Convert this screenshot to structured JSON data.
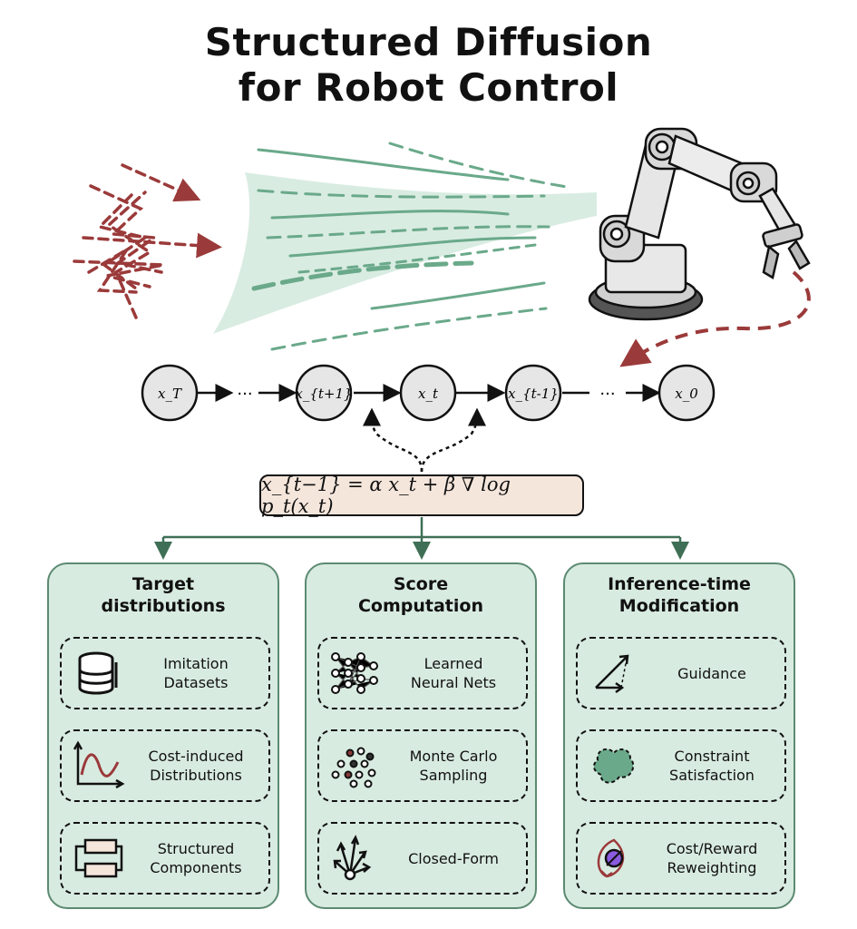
{
  "title": {
    "line1": "Structured Diffusion",
    "line2": "for Robot Control"
  },
  "chain": {
    "nodes": [
      "x_T",
      "x_{t+1}",
      "x_t",
      "x_{t-1}",
      "x_0"
    ],
    "ellipsis": "···"
  },
  "formula": "x_{t−1} = α x_t + β ∇ log p_t(x_t)",
  "panels": [
    {
      "title": "Target\ndistributions",
      "items": [
        {
          "icon": "database-icon",
          "label": "Imitation\nDatasets"
        },
        {
          "icon": "cost-curve-icon",
          "label": "Cost-induced\nDistributions"
        },
        {
          "icon": "structured-blocks-icon",
          "label": "Structured\nComponents"
        }
      ]
    },
    {
      "title": "Score\nComputation",
      "items": [
        {
          "icon": "neural-net-icon",
          "label": "Learned\nNeural Nets"
        },
        {
          "icon": "particles-icon",
          "label": "Monte Carlo\nSampling"
        },
        {
          "icon": "vector-field-icon",
          "label": "Closed-Form"
        }
      ]
    },
    {
      "title": "Inference-time\nModification",
      "items": [
        {
          "icon": "guidance-arrow-icon",
          "label": "Guidance"
        },
        {
          "icon": "constraint-blob-icon",
          "label": "Constraint\nSatisfaction"
        },
        {
          "icon": "reweighting-icon",
          "label": "Cost/Reward\nReweighting"
        }
      ]
    }
  ],
  "colors": {
    "noise": "#9b3a3a",
    "flow": "#6aa98a",
    "flow_fill": "#d9ece2",
    "panel_fill": "#d8ebe1",
    "panel_border": "#5c8a71",
    "formula_fill": "#f5e6dc",
    "node_fill": "#e6e6e6"
  }
}
